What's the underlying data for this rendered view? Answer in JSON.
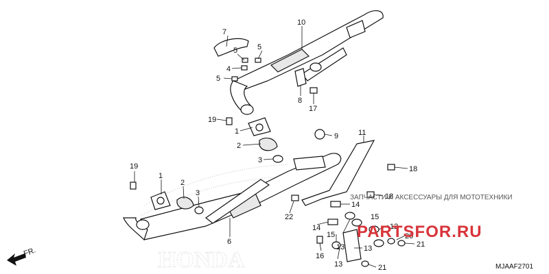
{
  "callouts": {
    "c1a": "1",
    "c1b": "1",
    "c2a": "2",
    "c2b": "2",
    "c3a": "3",
    "c3b": "3",
    "c4": "4",
    "c5a": "5",
    "c5b": "5",
    "c5c": "5",
    "c6": "6",
    "c7": "7",
    "c8": "8",
    "c9": "9",
    "c10": "10",
    "c11": "11",
    "c12": "12",
    "c13a": "13",
    "c13b": "13",
    "c13c": "13",
    "c14a": "14",
    "c14b": "14",
    "c15a": "15",
    "c15b": "15",
    "c16": "16",
    "c17": "17",
    "c18a": "18",
    "c18b": "18",
    "c19a": "19",
    "c19b": "19",
    "c20": "20",
    "c21a": "21",
    "c21b": "21",
    "c22": "22"
  },
  "direction_label": "FR.",
  "diagram_code": "MJAAF2701",
  "watermark": {
    "tagline": "ЗАПЧАСТИ И АКСЕССУАРЫ ДЛЯ МОТОТЕХНИКИ",
    "brand": "PARTSFOR.RU"
  },
  "ghost_logo": "HONDA"
}
